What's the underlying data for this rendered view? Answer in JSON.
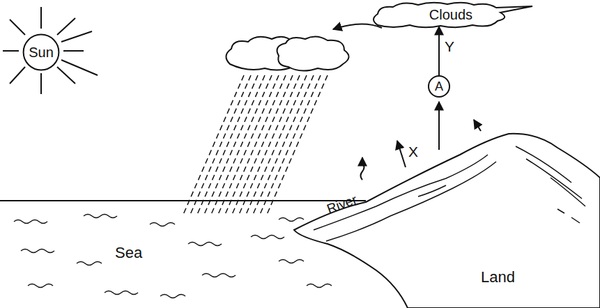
{
  "diagram": {
    "nodes": [
      {
        "text": [
          "Sun"
        ]
      },
      {
        "text": [
          "Clouds"
        ]
      },
      {
        "text": [
          "A"
        ]
      }
    ],
    "edges": [
      {
        "from": 2,
        "to": 1,
        "arrow": "to",
        "label": "Y"
      }
    ],
    "labels": [
      "X",
      "River",
      "Sea",
      "Land"
    ]
  }
}
